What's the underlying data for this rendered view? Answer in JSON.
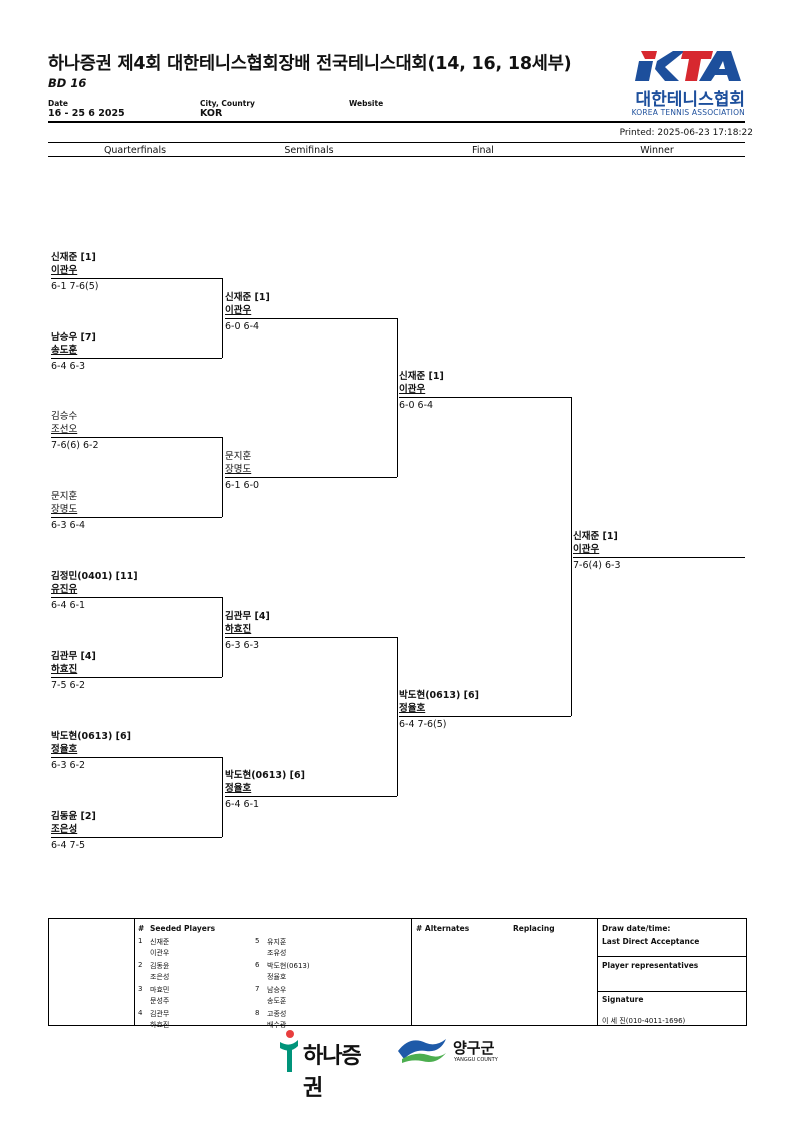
{
  "header": {
    "title": "하나증권 제4회 대한테니스협회장배 전국테니스대회(14, 16, 18세부)",
    "subtitle": "BD 16",
    "date_label": "Date",
    "date_value": "16 - 25 6 2025",
    "city_label": "City, Country",
    "city_value": "KOR",
    "website_label": "Website",
    "printed": "Printed: 2025-06-23 17:18:22",
    "logo_text": "대한테니스협회",
    "logo_sub": "KOREA TENNIS ASSOCIATION",
    "logo_mark": "KTA"
  },
  "colors": {
    "brand_blue": "#1d4f9c",
    "brand_red": "#d7282f"
  },
  "rounds": [
    "Quarterfinals",
    "Semifinals",
    "Final",
    "Winner"
  ],
  "qf": [
    {
      "p1": "신재준 [1]",
      "p2": "이관우",
      "score": "6-1 7-6(5)",
      "bold": true
    },
    {
      "p1": "남승우 [7]",
      "p2": "송도훈",
      "score": "6-4 6-3",
      "bold": true
    },
    {
      "p1": "김승수",
      "p2": "조선오",
      "score": "7-6(6) 6-2",
      "bold": false
    },
    {
      "p1": "문지훈",
      "p2": "장명도",
      "score": "6-3 6-4",
      "bold": false
    },
    {
      "p1": "김정민(0401) [11]",
      "p2": "유진유",
      "score": "6-4 6-1",
      "bold": true
    },
    {
      "p1": "김관무 [4]",
      "p2": "하효진",
      "score": "7-5 6-2",
      "bold": true
    },
    {
      "p1": "박도현(0613) [6]",
      "p2": "정율호",
      "score": "6-3 6-2",
      "bold": true
    },
    {
      "p1": "김동윤 [2]",
      "p2": "조은성",
      "score": "6-4 7-5",
      "bold": true
    }
  ],
  "sf": [
    {
      "p1": "신재준 [1]",
      "p2": "이관우",
      "score": "6-0 6-4",
      "bold": true
    },
    {
      "p1": "문지훈",
      "p2": "장명도",
      "score": "6-1 6-0",
      "bold": false
    },
    {
      "p1": "김관무 [4]",
      "p2": "하효진",
      "score": "6-3 6-3",
      "bold": true
    },
    {
      "p1": "박도현(0613) [6]",
      "p2": "정율호",
      "score": "6-4 6-1",
      "bold": true
    }
  ],
  "final": [
    {
      "p1": "신재준 [1]",
      "p2": "이관우",
      "score": "6-0 6-4",
      "bold": true
    },
    {
      "p1": "박도현(0613) [6]",
      "p2": "정율호",
      "score": "6-4 7-6(5)",
      "bold": true
    }
  ],
  "winner": {
    "p1": "신재준 [1]",
    "p2": "이관우",
    "score": "7-6(4) 6-3",
    "bold": true
  },
  "footer": {
    "seeded_title": "Seeded Players",
    "hash": "#",
    "seeds": [
      {
        "n": "1",
        "a": "신재준",
        "b": "이관우"
      },
      {
        "n": "2",
        "a": "김동윤",
        "b": "조은성"
      },
      {
        "n": "3",
        "a": "마효민",
        "b": "문성주"
      },
      {
        "n": "4",
        "a": "김관무",
        "b": "하효진"
      },
      {
        "n": "5",
        "a": "유지훈",
        "b": "조유성"
      },
      {
        "n": "6",
        "a": "박도현(0613)",
        "b": "정율호"
      },
      {
        "n": "7",
        "a": "남승우",
        "b": "송도훈"
      },
      {
        "n": "8",
        "a": "고종성",
        "b": "배수광"
      }
    ],
    "alternates": "# Alternates",
    "replacing": "Replacing",
    "draw_date": "Draw date/time:",
    "last_da": "Last Direct Acceptance",
    "player_reps": "Player representatives",
    "signature": "Signature",
    "signer": "이 세 진(010-4011-1696)"
  },
  "sponsors": {
    "s1": "하나증권",
    "s2": "양구군",
    "s2_sub": "YANGGU COUNTY"
  }
}
